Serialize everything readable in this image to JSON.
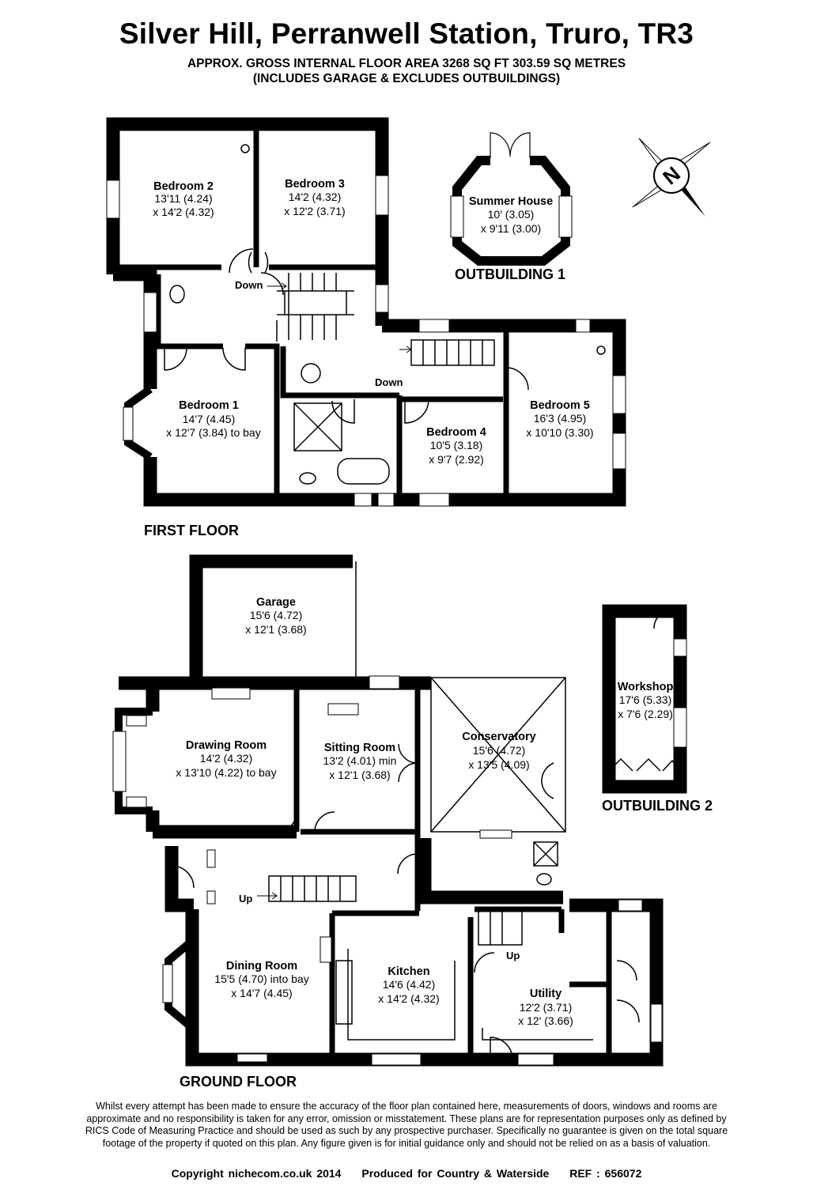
{
  "header": {
    "title": "Silver Hill, Perranwell Station, Truro, TR3",
    "area_line": "APPROX. GROSS INTERNAL FLOOR AREA 3268 SQ FT 303.59 SQ METRES",
    "includes_line": "(INCLUDES GARAGE & EXCLUDES OUTBUILDINGS)"
  },
  "floors": {
    "first": "FIRST FLOOR",
    "ground": "GROUND FLOOR",
    "outbuilding1": "OUTBUILDING 1",
    "outbuilding2": "OUTBUILDING 2"
  },
  "compass": {
    "label": "N",
    "icon": "compass-north-icon"
  },
  "stairs": {
    "down1": "Down",
    "down2": "Down",
    "up1": "Up",
    "up2": "Up"
  },
  "rooms": {
    "bedroom2": {
      "name": "Bedroom 2",
      "d1": "13'11 (4.24)",
      "d2": "x 14'2 (4.32)"
    },
    "bedroom3": {
      "name": "Bedroom 3",
      "d1": "14'2 (4.32)",
      "d2": "x 12'2 (3.71)"
    },
    "summer_house": {
      "name": "Summer House",
      "d1": "10' (3.05)",
      "d2": "x 9'11 (3.00)"
    },
    "bedroom1": {
      "name": "Bedroom 1",
      "d1": "14'7 (4.45)",
      "d2": "x 12'7 (3.84) to bay"
    },
    "bedroom4": {
      "name": "Bedroom 4",
      "d1": "10'5 (3.18)",
      "d2": "x 9'7 (2.92)"
    },
    "bedroom5": {
      "name": "Bedroom 5",
      "d1": "16'3 (4.95)",
      "d2": "x 10'10 (3.30)"
    },
    "garage": {
      "name": "Garage",
      "d1": "15'6 (4.72)",
      "d2": "x 12'1 (3.68)"
    },
    "workshop": {
      "name": "Workshop",
      "d1": "17'6 (5.33)",
      "d2": "x 7'6 (2.29)"
    },
    "drawing_room": {
      "name": "Drawing Room",
      "d1": "14'2 (4.32)",
      "d2": "x 13'10 (4.22) to bay"
    },
    "sitting_room": {
      "name": "Sitting Room",
      "d1": "13'2 (4.01) min",
      "d2": "x 12'1 (3.68)"
    },
    "conservatory": {
      "name": "Conservatory",
      "d1": "15'6 (4.72)",
      "d2": "x 13'5 (4.09)"
    },
    "dining_room": {
      "name": "Dining Room",
      "d1": "15'5 (4.70) into bay",
      "d2": "x 14'7 (4.45)"
    },
    "kitchen": {
      "name": "Kitchen",
      "d1": "14'6 (4.42)",
      "d2": "x 14'2 (4.32)"
    },
    "utility": {
      "name": "Utility",
      "d1": "12'2 (3.71)",
      "d2": "x 12' (3.66)"
    }
  },
  "footer": {
    "disclaimer": "Whilst every attempt has been made to ensure the accuracy of the floor plan contained here, measurements of doors, windows and rooms are approximate and no responsibility is taken for any error, omission or misstatement. These plans are for representation purposes only as defined by RICS Code of Measuring Practice and should be used as such by any prospective purchaser. Specifically no guarantee is given on the total square footage of the property if quoted on this plan. Any figure given is for initial guidance only and should not be relied on as a basis of valuation.",
    "copyright": "Copyright nichecom.co.uk 2014",
    "produced": "Produced for Country & Waterside",
    "ref": "REF :  656072"
  }
}
